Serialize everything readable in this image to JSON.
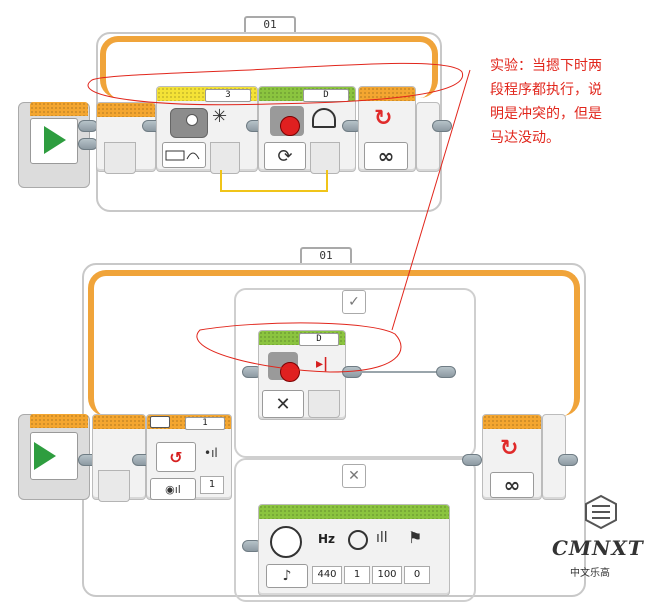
{
  "top_program": {
    "loop_label": "01",
    "light_port": "3",
    "motor_port": "D"
  },
  "bottom_program": {
    "loop_label": "01",
    "switch_port": "1",
    "switch_input_value": "1",
    "motor_port": "D",
    "sound_params": [
      "440",
      "1",
      "100",
      "0"
    ],
    "sound_labels": [
      "Hz"
    ]
  },
  "annotation": {
    "lines": [
      "实验：当摁下时两",
      "段程序都执行，说",
      "明是冲突的，但是",
      "马达没动。"
    ],
    "color": "#e1261c"
  },
  "watermark": {
    "brand": "CMNXT",
    "sub": "中文乐高"
  },
  "colors": {
    "loop_orange": "#f0a43a",
    "start_green": "#2e9d3f",
    "light_yellow": "#f4e236",
    "motor_green": "#8bc43f"
  }
}
